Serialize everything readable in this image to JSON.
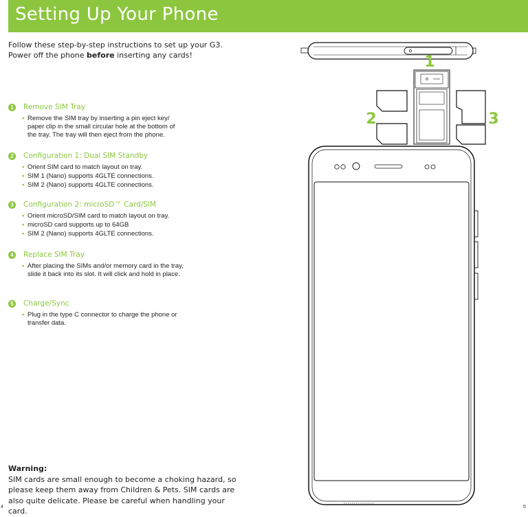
{
  "header": {
    "title": "Setting Up Your Phone"
  },
  "intro": {
    "line1": "Follow these step-by-step instructions to set up your G3.",
    "line2_before": "Power off the phone ",
    "line2_bold": "before",
    "line2_after": " inserting any cards!"
  },
  "steps": [
    {
      "num": "1",
      "title": "Remove SIM Tray",
      "bullets": [
        "Remove the SIM tray by inserting a pin eject key/ paper clip in the small circular hole at the bottom of the tray. The tray will then eject from the phone."
      ]
    },
    {
      "num": "2",
      "title": "Configuration 1: Dual SIM Standby",
      "bullets": [
        "Orient SIM card to match layout on tray.",
        "SIM 1 (Nano) supports 4GLTE connections.",
        "SIM 2 (Nano) supports 4GLTE connections."
      ]
    },
    {
      "num": "3",
      "title": "Configuration 2: microSD™ Card/SIM",
      "bullets": [
        "Orient microSD/SIM card to match layout on tray.",
        "microSD card supports up to 64GB",
        "SIM 2 (Nano) supports 4GLTE connections."
      ]
    },
    {
      "num": "4",
      "title": "Replace SIM Tray",
      "bullets": [
        "After placing the SIMs and/or memory card in the tray, slide it back into its slot. It will click and hold in place."
      ]
    },
    {
      "num": "5",
      "title": "Charge/Sync",
      "bullets": [
        "Plug in the type C connector to charge the phone or transfer data."
      ]
    }
  ],
  "illustration_labels": {
    "label1": "1",
    "label2": "2",
    "label3": "3"
  },
  "warning": {
    "title": "Warning:",
    "text": "SIM cards are small enough to become a choking hazard, so please keep them away from Children & Pets. SIM cards are also quite delicate. Please be careful when handling your card."
  },
  "page_numbers": {
    "left": "4",
    "right": "5"
  },
  "colors": {
    "accent": "#8cc63f",
    "text": "#222222"
  }
}
